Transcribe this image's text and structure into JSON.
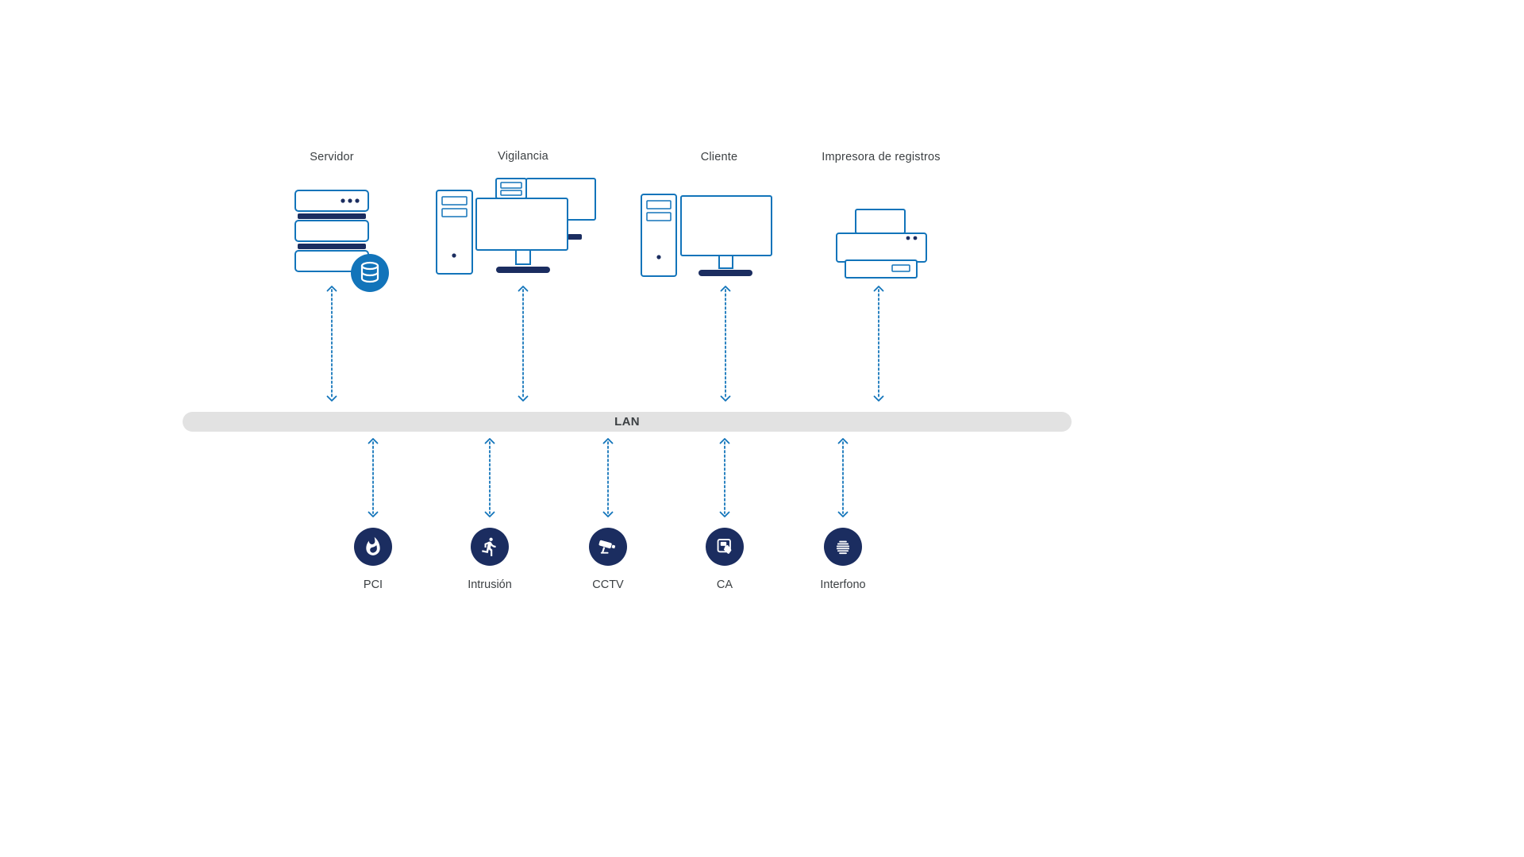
{
  "diagram": {
    "lan": {
      "label": "LAN"
    },
    "devices": [
      {
        "label": "Servidor",
        "icon": "server-stack"
      },
      {
        "label": "Vigilancia",
        "icon": "surveillance-workstation"
      },
      {
        "label": "Cliente",
        "icon": "client-workstation"
      },
      {
        "label": "Impresora de registros",
        "icon": "printer"
      }
    ],
    "subsystems": [
      {
        "label": "PCI",
        "icon": "fire"
      },
      {
        "label": "Intrusión",
        "icon": "running-person"
      },
      {
        "label": "CCTV",
        "icon": "cctv-camera"
      },
      {
        "label": "CA",
        "icon": "access-card"
      },
      {
        "label": "Interfono",
        "icon": "intercom-speaker"
      }
    ],
    "connections": [
      {
        "from": "Servidor",
        "to": "LAN",
        "style": "dotted-double-arrow"
      },
      {
        "from": "Vigilancia",
        "to": "LAN",
        "style": "dotted-double-arrow"
      },
      {
        "from": "Cliente",
        "to": "LAN",
        "style": "dotted-double-arrow"
      },
      {
        "from": "Impresora de registros",
        "to": "LAN",
        "style": "dotted-double-arrow"
      },
      {
        "from": "LAN",
        "to": "PCI",
        "style": "dotted-double-arrow"
      },
      {
        "from": "LAN",
        "to": "Intrusión",
        "style": "dotted-double-arrow"
      },
      {
        "from": "LAN",
        "to": "CCTV",
        "style": "dotted-double-arrow"
      },
      {
        "from": "LAN",
        "to": "CA",
        "style": "dotted-double-arrow"
      },
      {
        "from": "LAN",
        "to": "Interfono",
        "style": "dotted-double-arrow"
      }
    ],
    "colors": {
      "outline_blue": "#1274ba",
      "navy": "#1b2d60",
      "badge_blue": "#1274ba",
      "lan_bar_bg": "#e2e2e2",
      "text": "#3c4043"
    }
  }
}
